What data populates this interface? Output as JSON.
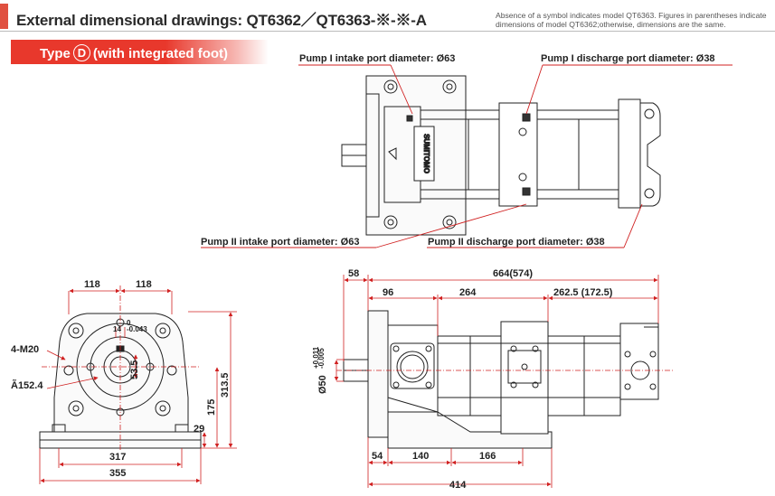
{
  "header": {
    "title": "External dimensional drawings: QT6362／QT6363-※-※-A",
    "note": "Absence of a symbol indicates model QT6363. Figures in parentheses indicate dimensions of model QT6362;otherwise, dimensions are the same."
  },
  "type_banner": {
    "prefix": "Type",
    "letter": "D",
    "suffix": "(with integrated foot)"
  },
  "callouts": {
    "pump1_intake": "Pump I intake port diameter: Ø63",
    "pump1_discharge": "Pump I discharge port diameter: Ø38",
    "pump2_intake": "Pump II intake port diameter: Ø63",
    "pump2_discharge": "Pump II discharge port diameter: Ø38"
  },
  "front_view": {
    "width_left": "118",
    "width_right": "118",
    "key_width": "14",
    "key_tol": "0\n-0.043",
    "key_depth": "53.5",
    "bolts": "4-M20",
    "pcd": "Ã152.4",
    "height_total": "313.5",
    "height_axis": "175",
    "foot_height": "29",
    "foot_hole_span": "317",
    "foot_width": "355"
  },
  "side_view": {
    "shaft_len": "58",
    "total_len": "664(574)",
    "seg1": "96",
    "seg2": "264",
    "seg3": "262.5 (172.5)",
    "shaft_dia": "Ø50",
    "shaft_tol_up": "+0.011",
    "shaft_tol_low": "-0.005",
    "foot_a": "54",
    "foot_b": "140",
    "foot_c": "166",
    "foot_len": "414"
  },
  "nameplate": "SUMITOMO"
}
